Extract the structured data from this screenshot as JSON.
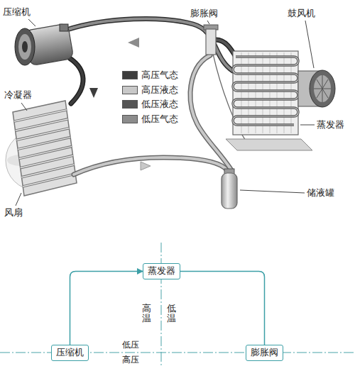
{
  "diagram": {
    "nodes": [
      {
        "text": [
          "蒸发器"
        ]
      },
      {
        "text": [
          "压缩机"
        ]
      },
      {
        "text": [
          "膨胀阀"
        ]
      }
    ],
    "edges": [
      {
        "from": 1,
        "to": 0,
        "arrow": "to"
      },
      {
        "from": 0,
        "to": 2,
        "arrow": "none"
      }
    ],
    "labels": [
      "压缩机",
      "膨胀阀",
      "鼓风机",
      "冷凝器",
      "蒸发器",
      "储液罐",
      "风扇",
      "高温",
      "低温",
      "低压",
      "高压"
    ],
    "legend": [
      {
        "text": "高压气态",
        "color": "#3d3d3d"
      },
      {
        "text": "高压液态",
        "color": "#c8c8c8"
      },
      {
        "text": "低压液态",
        "color": "#555555"
      },
      {
        "text": "低压气态",
        "color": "#8c8c8c"
      }
    ]
  }
}
